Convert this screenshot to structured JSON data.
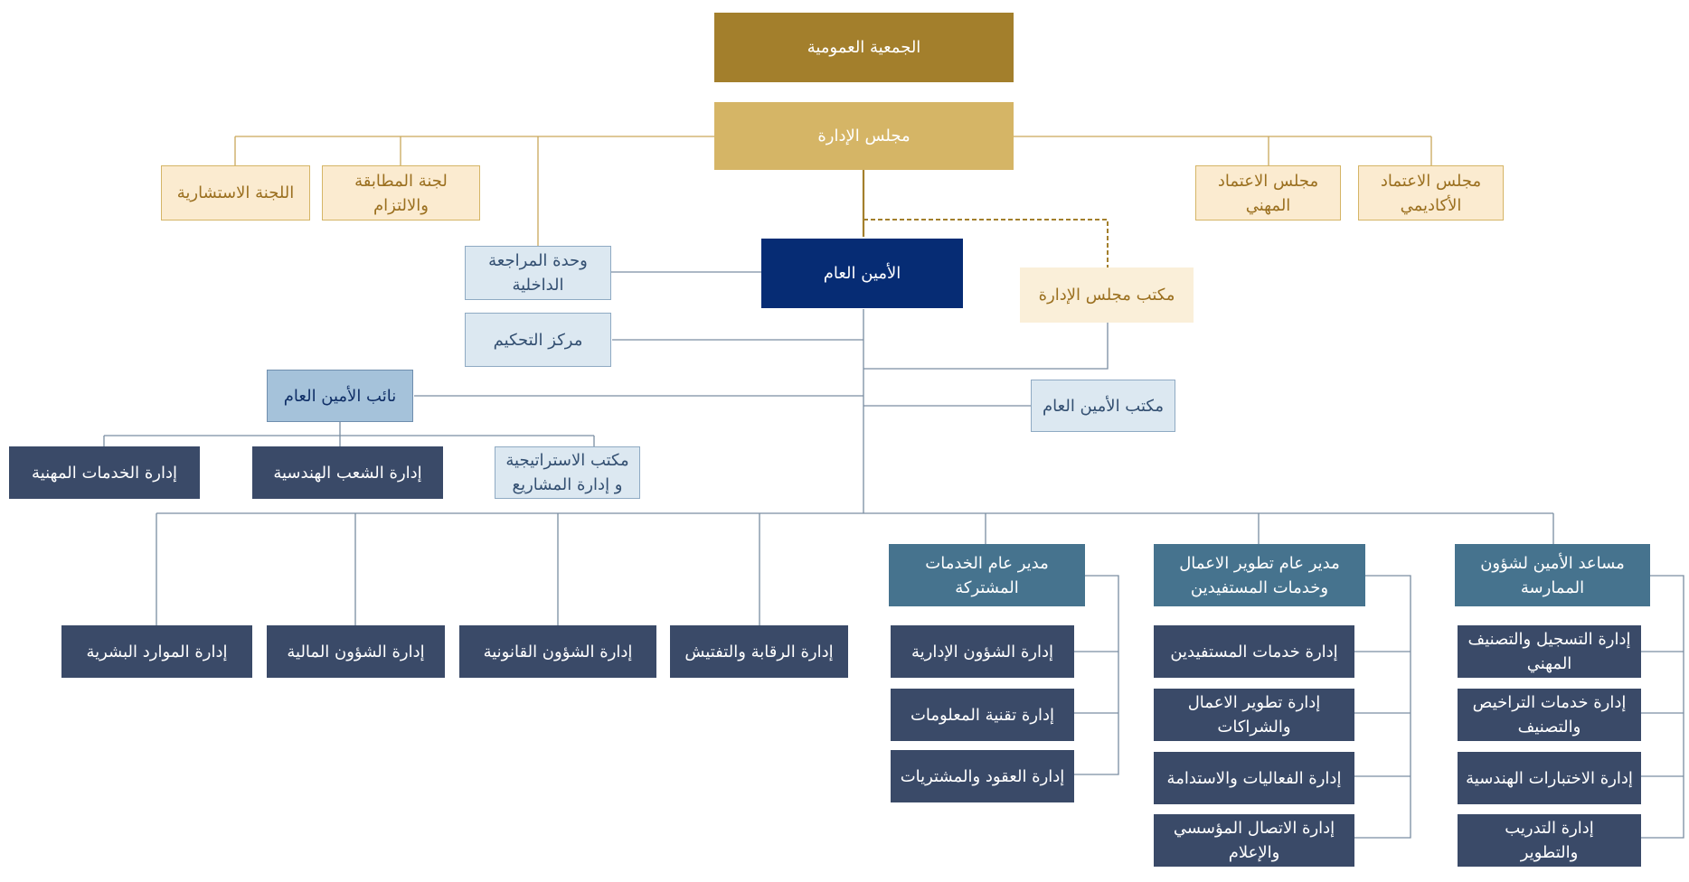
{
  "general_assembly": "الجمعية العمومية",
  "board": "مجلس الإدارة",
  "consultative_committee": "اللجنة الاستشارية",
  "compliance_committee": "لجنة المطابقة\nوالالتزام",
  "professional_accreditation_council": "مجلس الاعتماد\nالمهني",
  "academic_accreditation_council": "مجلس الاعتماد\nالأكاديمي",
  "internal_audit": "وحدة المراجعة\nالداخلية",
  "secretary_general": "الأمين العام",
  "board_office": "مكتب مجلس الإدارة",
  "arbitration_center": "مركز التحكيم",
  "deputy_secretary_general": "نائب الأمين العام",
  "secretary_general_office": "مكتب الأمين العام",
  "deputy_units": {
    "professional_services": "إدارة الخدمات المهنية",
    "engineering_divisions": "إدارة الشعب الهندسية",
    "strategy_office": "مكتب الاستراتيجية\nو إدارة المشاريع"
  },
  "bottom_departments": {
    "human_resources": "إدارة الموارد البشرية",
    "financial_affairs": "إدارة الشؤون المالية",
    "legal_affairs": "إدارة الشؤون القانونية",
    "audit_inspection": "إدارة الرقابة والتفتيش"
  },
  "shared_services": {
    "head": "مدير عام الخدمات\nالمشتركة",
    "items": [
      "إدارة الشؤون الإدارية",
      "إدارة تقنية المعلومات",
      "إدارة العقود والمشتريات"
    ]
  },
  "business_development": {
    "head": "مدير عام تطوير الاعمال\nوخدمات المستفيدين",
    "items": [
      "إدارة خدمات المستفيدين",
      "إدارة تطوير الاعمال\nوالشراكات",
      "إدارة الفعاليات والاستدامة",
      "إدارة الاتصال المؤسسي\nوالإعلام"
    ]
  },
  "practice_affairs": {
    "head": "مساعد الأمين لشؤون\nالممارسة",
    "items": [
      "إدارة التسجيل والتصنيف\nالمهني",
      "إدارة خدمات التراخيص\nوالتصنيف",
      "إدارة الاختبارات الهندسية",
      "إدارة التدريب\nوالتطوير"
    ]
  },
  "colors": {
    "gold_dark": "#A37F2C",
    "gold": "#D5B566",
    "navy": "#062C74",
    "slate": "#3A4A68",
    "teal": "#46738E",
    "line": "#7A8DA2"
  }
}
